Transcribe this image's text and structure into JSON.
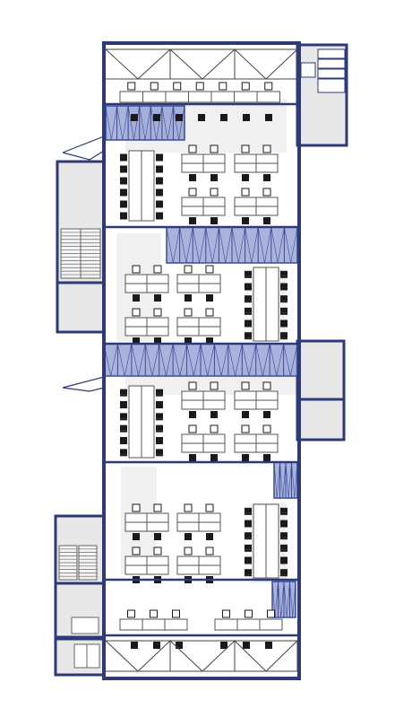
{
  "diagram": {
    "kind": "office-floor-plan",
    "colors": {
      "wall": "#2e3a78",
      "glass_fill": "#8d9ad0",
      "glass_line": "#3a4a96",
      "floor_shade": "#e6e6e6",
      "desk_fill": "#ffffff",
      "desk_line": "#555555",
      "chair": "#1a1a1a",
      "stair_line": "#666666"
    },
    "zones": [
      "north-truss-bay",
      "workspace-1",
      "workspace-2",
      "workspace-3",
      "workspace-4",
      "south-truss-bay"
    ],
    "icons": [
      "office-chair-icon",
      "desk-icon",
      "staircase-icon",
      "glass-partition-icon"
    ]
  }
}
